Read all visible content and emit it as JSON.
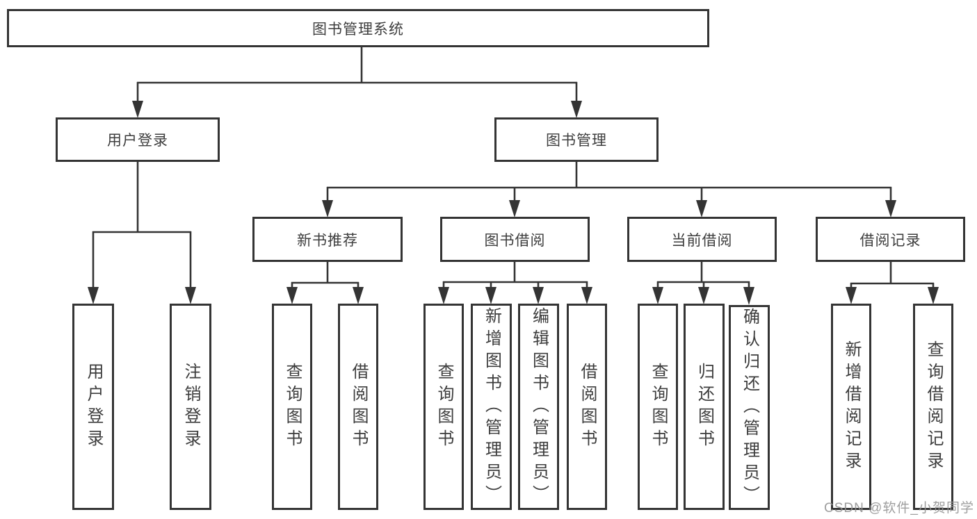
{
  "tree": {
    "label": "图书管理系统",
    "children": [
      {
        "label": "用户登录",
        "children": [
          {
            "label": "用户登录"
          },
          {
            "label": "注销登录"
          }
        ]
      },
      {
        "label": "图书管理",
        "children": [
          {
            "label": "新书推荐",
            "children": [
              {
                "label": "查询图书"
              },
              {
                "label": "借阅图书"
              }
            ]
          },
          {
            "label": "图书借阅",
            "children": [
              {
                "label": "查询图书"
              },
              {
                "label": "新增图书（管理员）"
              },
              {
                "label": "编辑图书（管理员）"
              },
              {
                "label": "借阅图书"
              }
            ]
          },
          {
            "label": "当前借阅",
            "children": [
              {
                "label": "查询图书"
              },
              {
                "label": "归还图书"
              },
              {
                "label": "确认归还（管理员）"
              }
            ]
          },
          {
            "label": "借阅记录",
            "children": [
              {
                "label": "新增借阅记录"
              },
              {
                "label": "查询借阅记录"
              }
            ]
          }
        ]
      }
    ]
  },
  "watermark": "CSDN @软件_小贺同学",
  "colors": {
    "line": "#343434",
    "text": "#3d3d3d",
    "background": "#ffffff",
    "watermark": "#949494"
  }
}
